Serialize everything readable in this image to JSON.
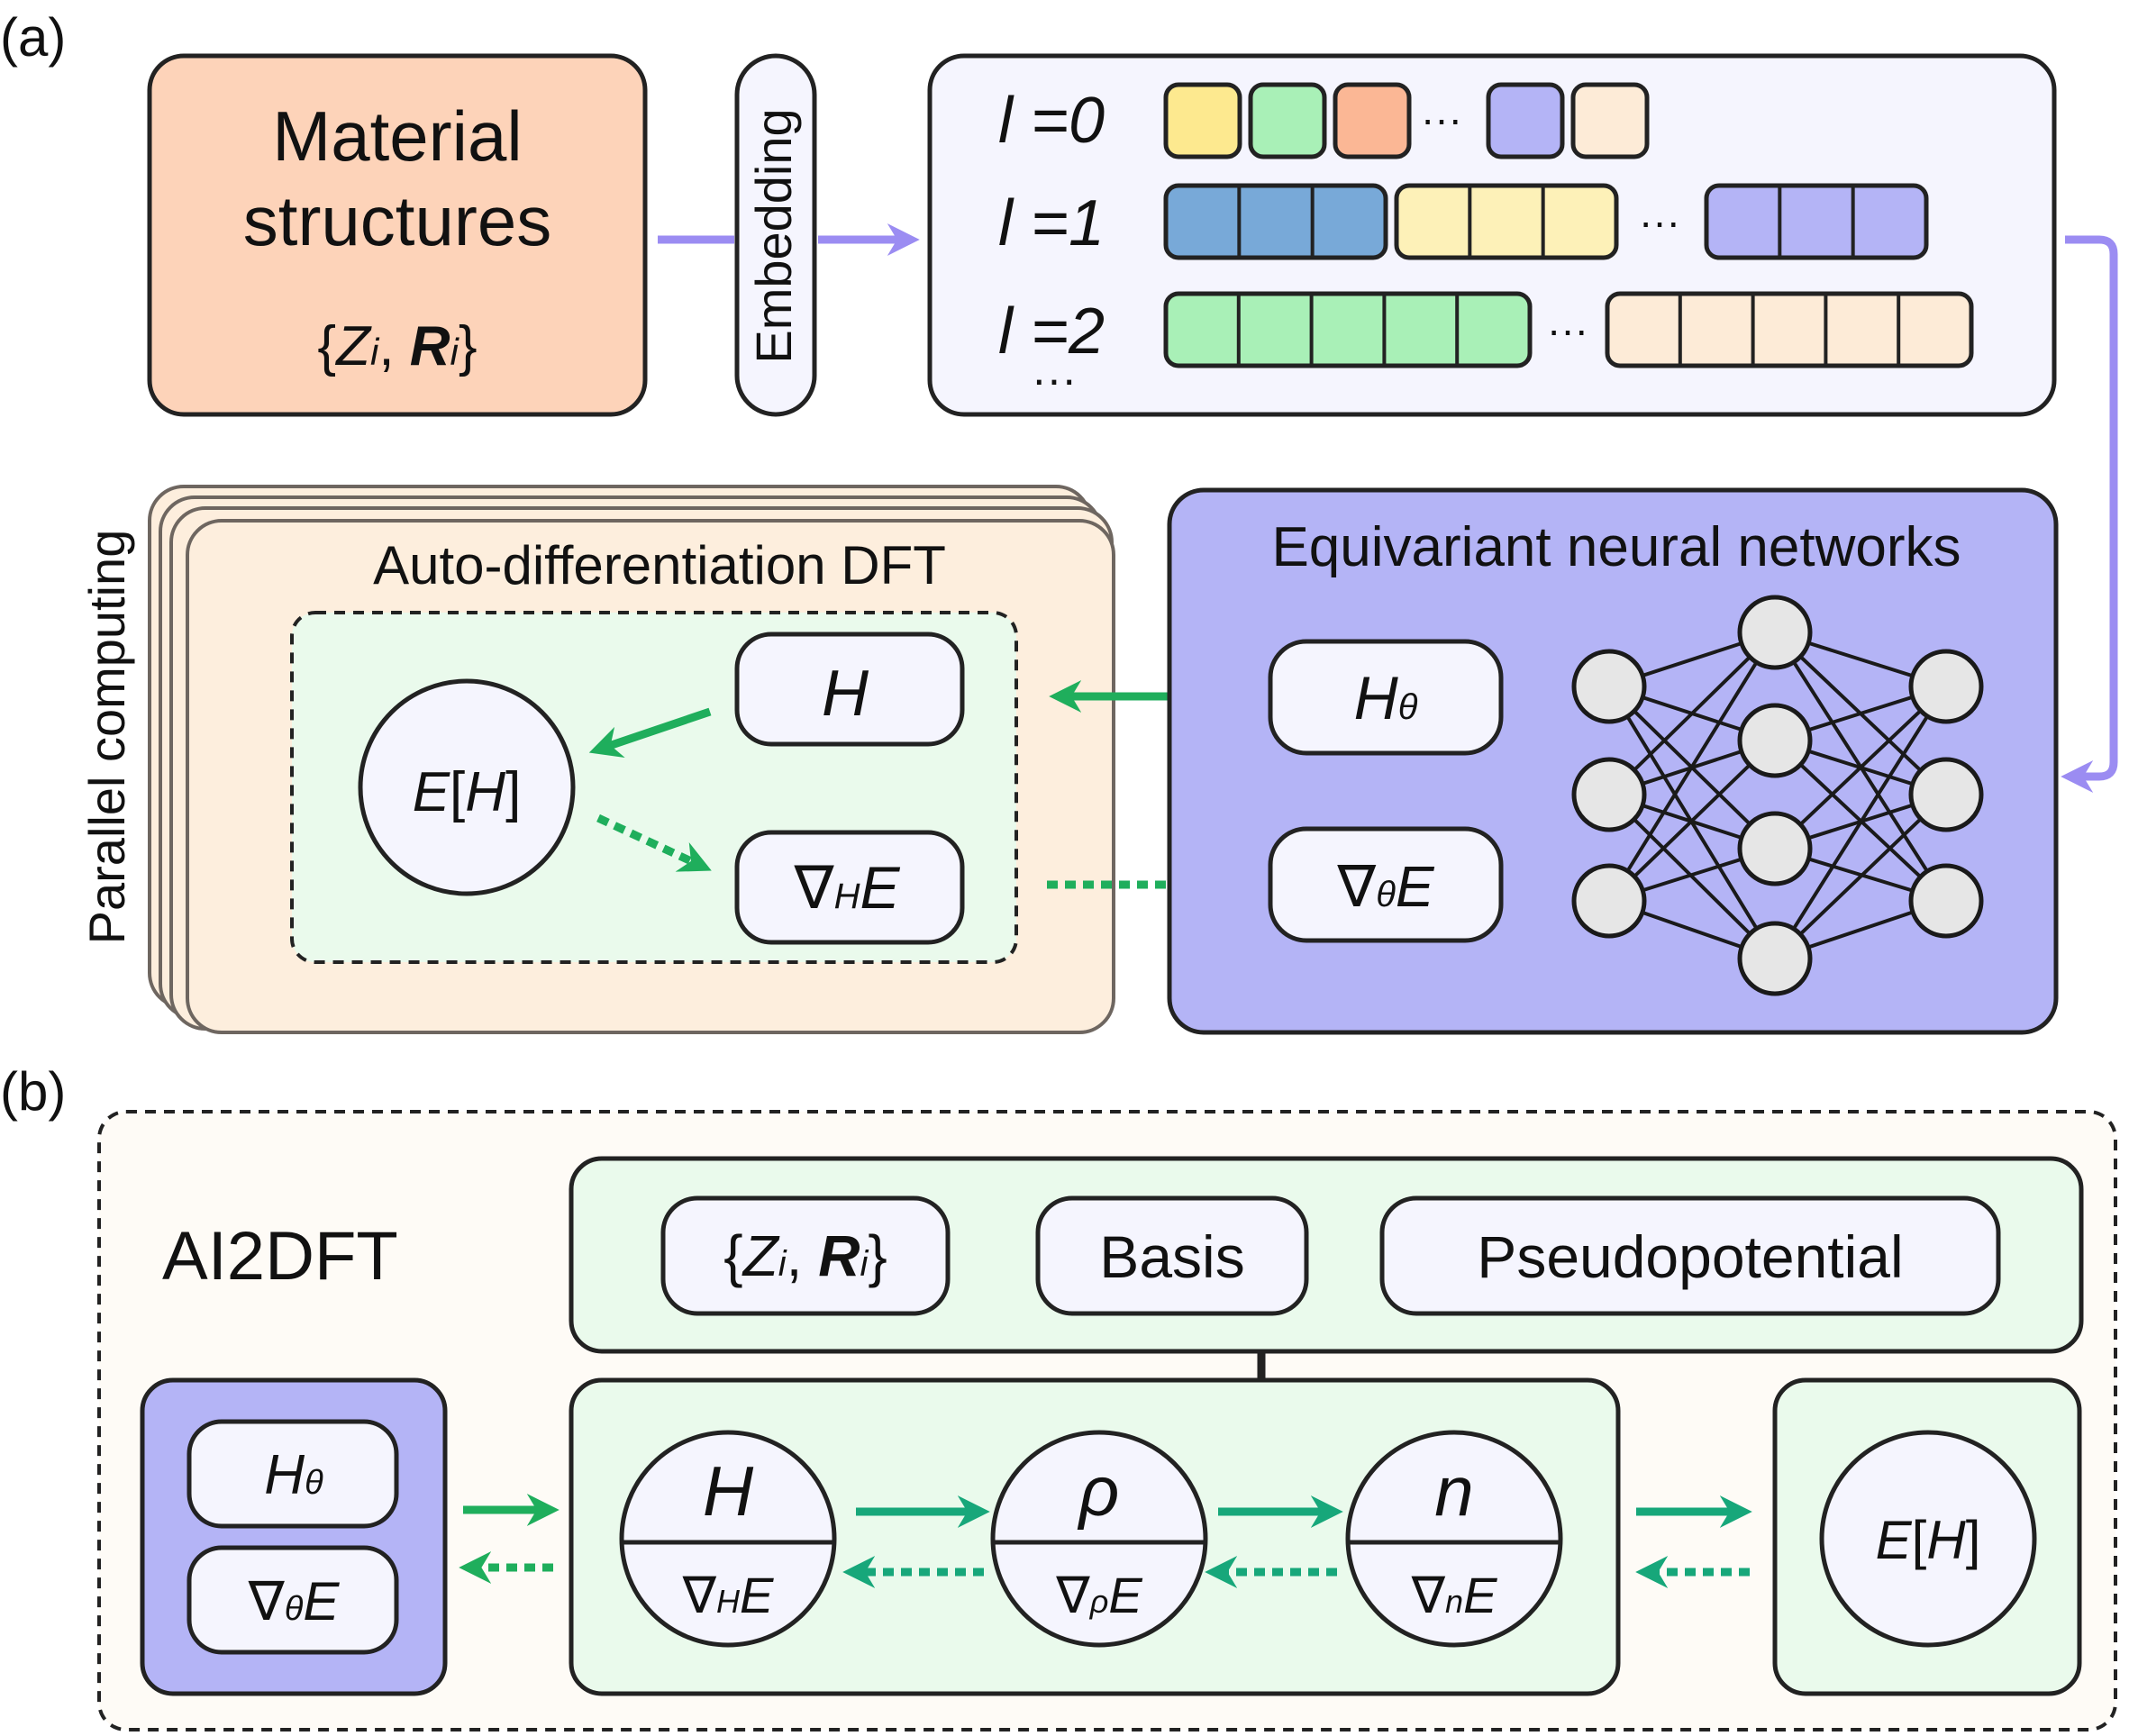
{
  "panel_a": {
    "label": "(a)",
    "material": {
      "line1": "Material",
      "line2": "structures",
      "formula": "{Zi, Ri}"
    },
    "embedding": "Embedding",
    "features": {
      "rows": [
        {
          "label": "l =0",
          "colors": [
            "#fde98f",
            "#a9f0b7",
            "#fbb795",
            "#b4b4f6",
            "#fdebd7"
          ]
        },
        {
          "label": "l =1",
          "colors": [
            "#78a9d8",
            "#fdf1b8",
            "#b4b4f6"
          ]
        },
        {
          "label": "l =2",
          "colors": [
            "#a9f0b7",
            "#fdebd7"
          ]
        }
      ],
      "dots": "···",
      "more": "···"
    },
    "parallel": "Parallel computing",
    "autodiff": {
      "title": "Auto-differentiation DFT",
      "energy": "E[H]",
      "hamiltonian": "H",
      "grad": "∇HE"
    },
    "enn": {
      "title": "Equivariant neural networks",
      "h_theta": "Hθ",
      "grad_theta": "∇θE"
    }
  },
  "panel_b": {
    "label": "(b)",
    "title": "AI2DFT",
    "inputs": {
      "structure": "{Zi, Ri}",
      "basis": "Basis",
      "pseudo": "Pseudopotential"
    },
    "model": {
      "h_theta": "Hθ",
      "grad_theta": "∇θE"
    },
    "chain": [
      {
        "top": "H",
        "bottom": "∇HE"
      },
      {
        "top": "ρ",
        "bottom": "∇ρE"
      },
      {
        "top": "n",
        "bottom": "∇nE"
      }
    ],
    "energy": "E[H]"
  },
  "colors": {
    "purple": "#b4b4f6",
    "purple_arrow": "#9b8cf2",
    "green_arrow": "#1fae5c",
    "teal_arrow": "#17a77a",
    "salmon": "#fdd3b9",
    "peach": "#fdeedd",
    "mint": "#eafaec",
    "lavender": "#f5f5fe",
    "cream": "#fefbf6"
  },
  "icons": [
    "arrow-right-icon",
    "arrow-left-icon",
    "dashed-arrow-icon",
    "neural-network-icon",
    "elbow-arrow-icon"
  ]
}
